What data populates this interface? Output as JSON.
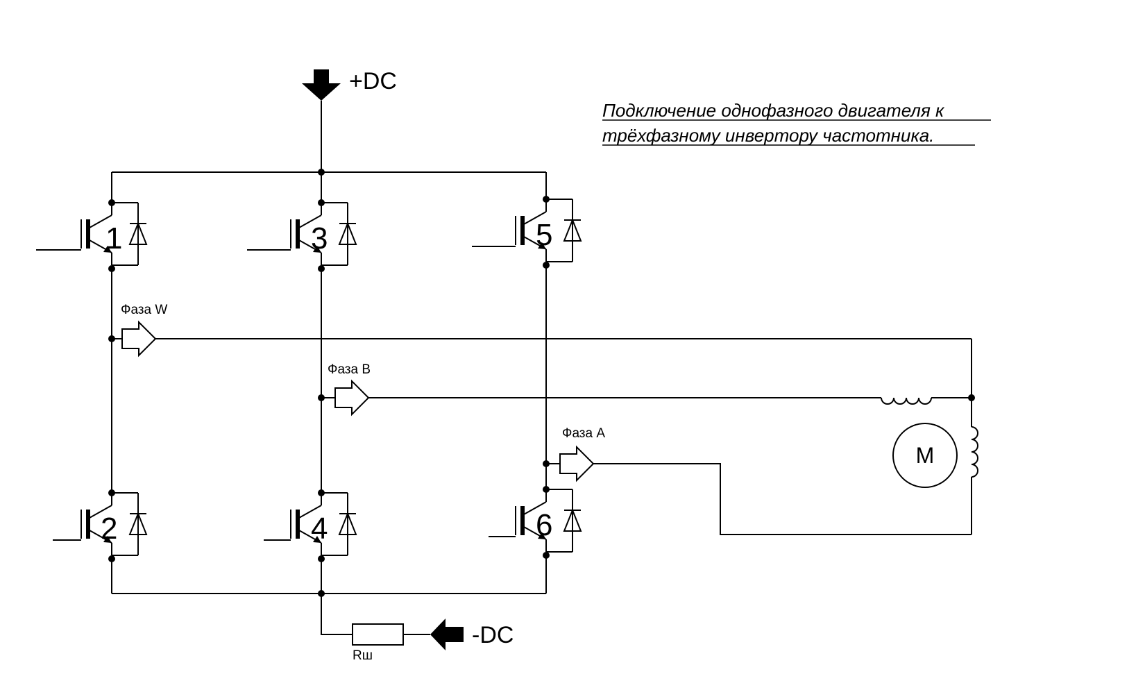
{
  "title": {
    "line1": "Подключение однофазного двигателя к",
    "line2": "трёхфазному инвертору частотника."
  },
  "rails": {
    "positive": "+DC",
    "negative": "-DC"
  },
  "transistors": [
    "1",
    "2",
    "3",
    "4",
    "5",
    "6"
  ],
  "phases": {
    "w": "Фаза W",
    "b": "Фаза B",
    "a": "Фаза A"
  },
  "shunt": "Rш",
  "motor": "M"
}
